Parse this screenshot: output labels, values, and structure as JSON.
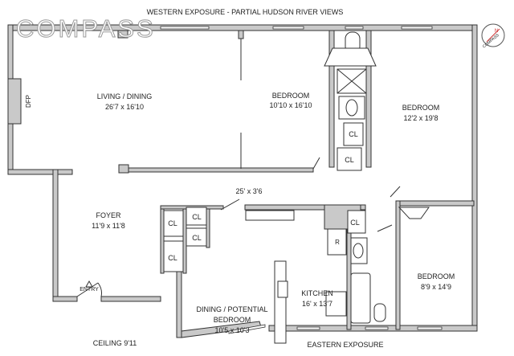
{
  "logo": "COMPASS",
  "exposures": {
    "top": "WESTERN EXPOSURE - PARTIAL HUDSON RIVER VIEWS",
    "bottom": "EASTERN EXPOSURE"
  },
  "compass_rose": {
    "label": "COMPASS",
    "north": "N"
  },
  "rooms": {
    "living": {
      "name": "LIVING / DINING",
      "dims": "26'7 x 16'10"
    },
    "bedroom_west": {
      "name": "BEDROOM",
      "dims": "10'10 x 16'10"
    },
    "bedroom_ne": {
      "name": "BEDROOM",
      "dims": "12'2 x 19'8"
    },
    "hall": {
      "dims": "25' x 3'6"
    },
    "foyer": {
      "name": "FOYER",
      "dims": "11'9 x 11'8"
    },
    "dining": {
      "name_line1": "DINING / POTENTIAL",
      "name_line2": "BEDROOM",
      "dims": "10'5 x 10'3"
    },
    "kitchen": {
      "name": "KITCHEN",
      "dims": "16' x 13'7"
    },
    "bedroom_se": {
      "name": "BEDROOM",
      "dims": "8'9 x 14'9"
    }
  },
  "labels": {
    "dfp": "DFP",
    "closet": "CL",
    "refrigerator": "R",
    "entry": "ENTRY",
    "ceiling": "CEILING 9'11"
  }
}
